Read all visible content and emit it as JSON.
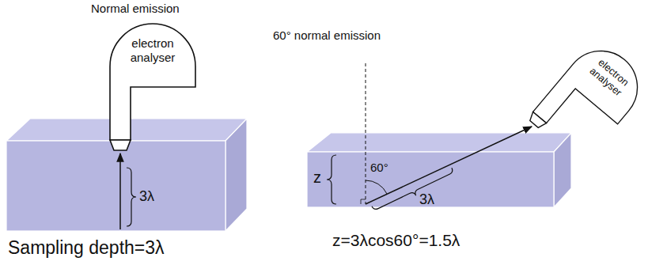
{
  "diagram": {
    "nodes": [
      {
        "text": [
          "electron analyser"
        ]
      },
      {
        "text": [
          "electron analyser"
        ]
      }
    ],
    "labels": [
      "Normal emission",
      "3λ",
      "Sampling depth=3λ",
      "60° normal emission",
      "z",
      "60°",
      "3λ",
      "z=3λcos60°=1.5λ"
    ]
  }
}
